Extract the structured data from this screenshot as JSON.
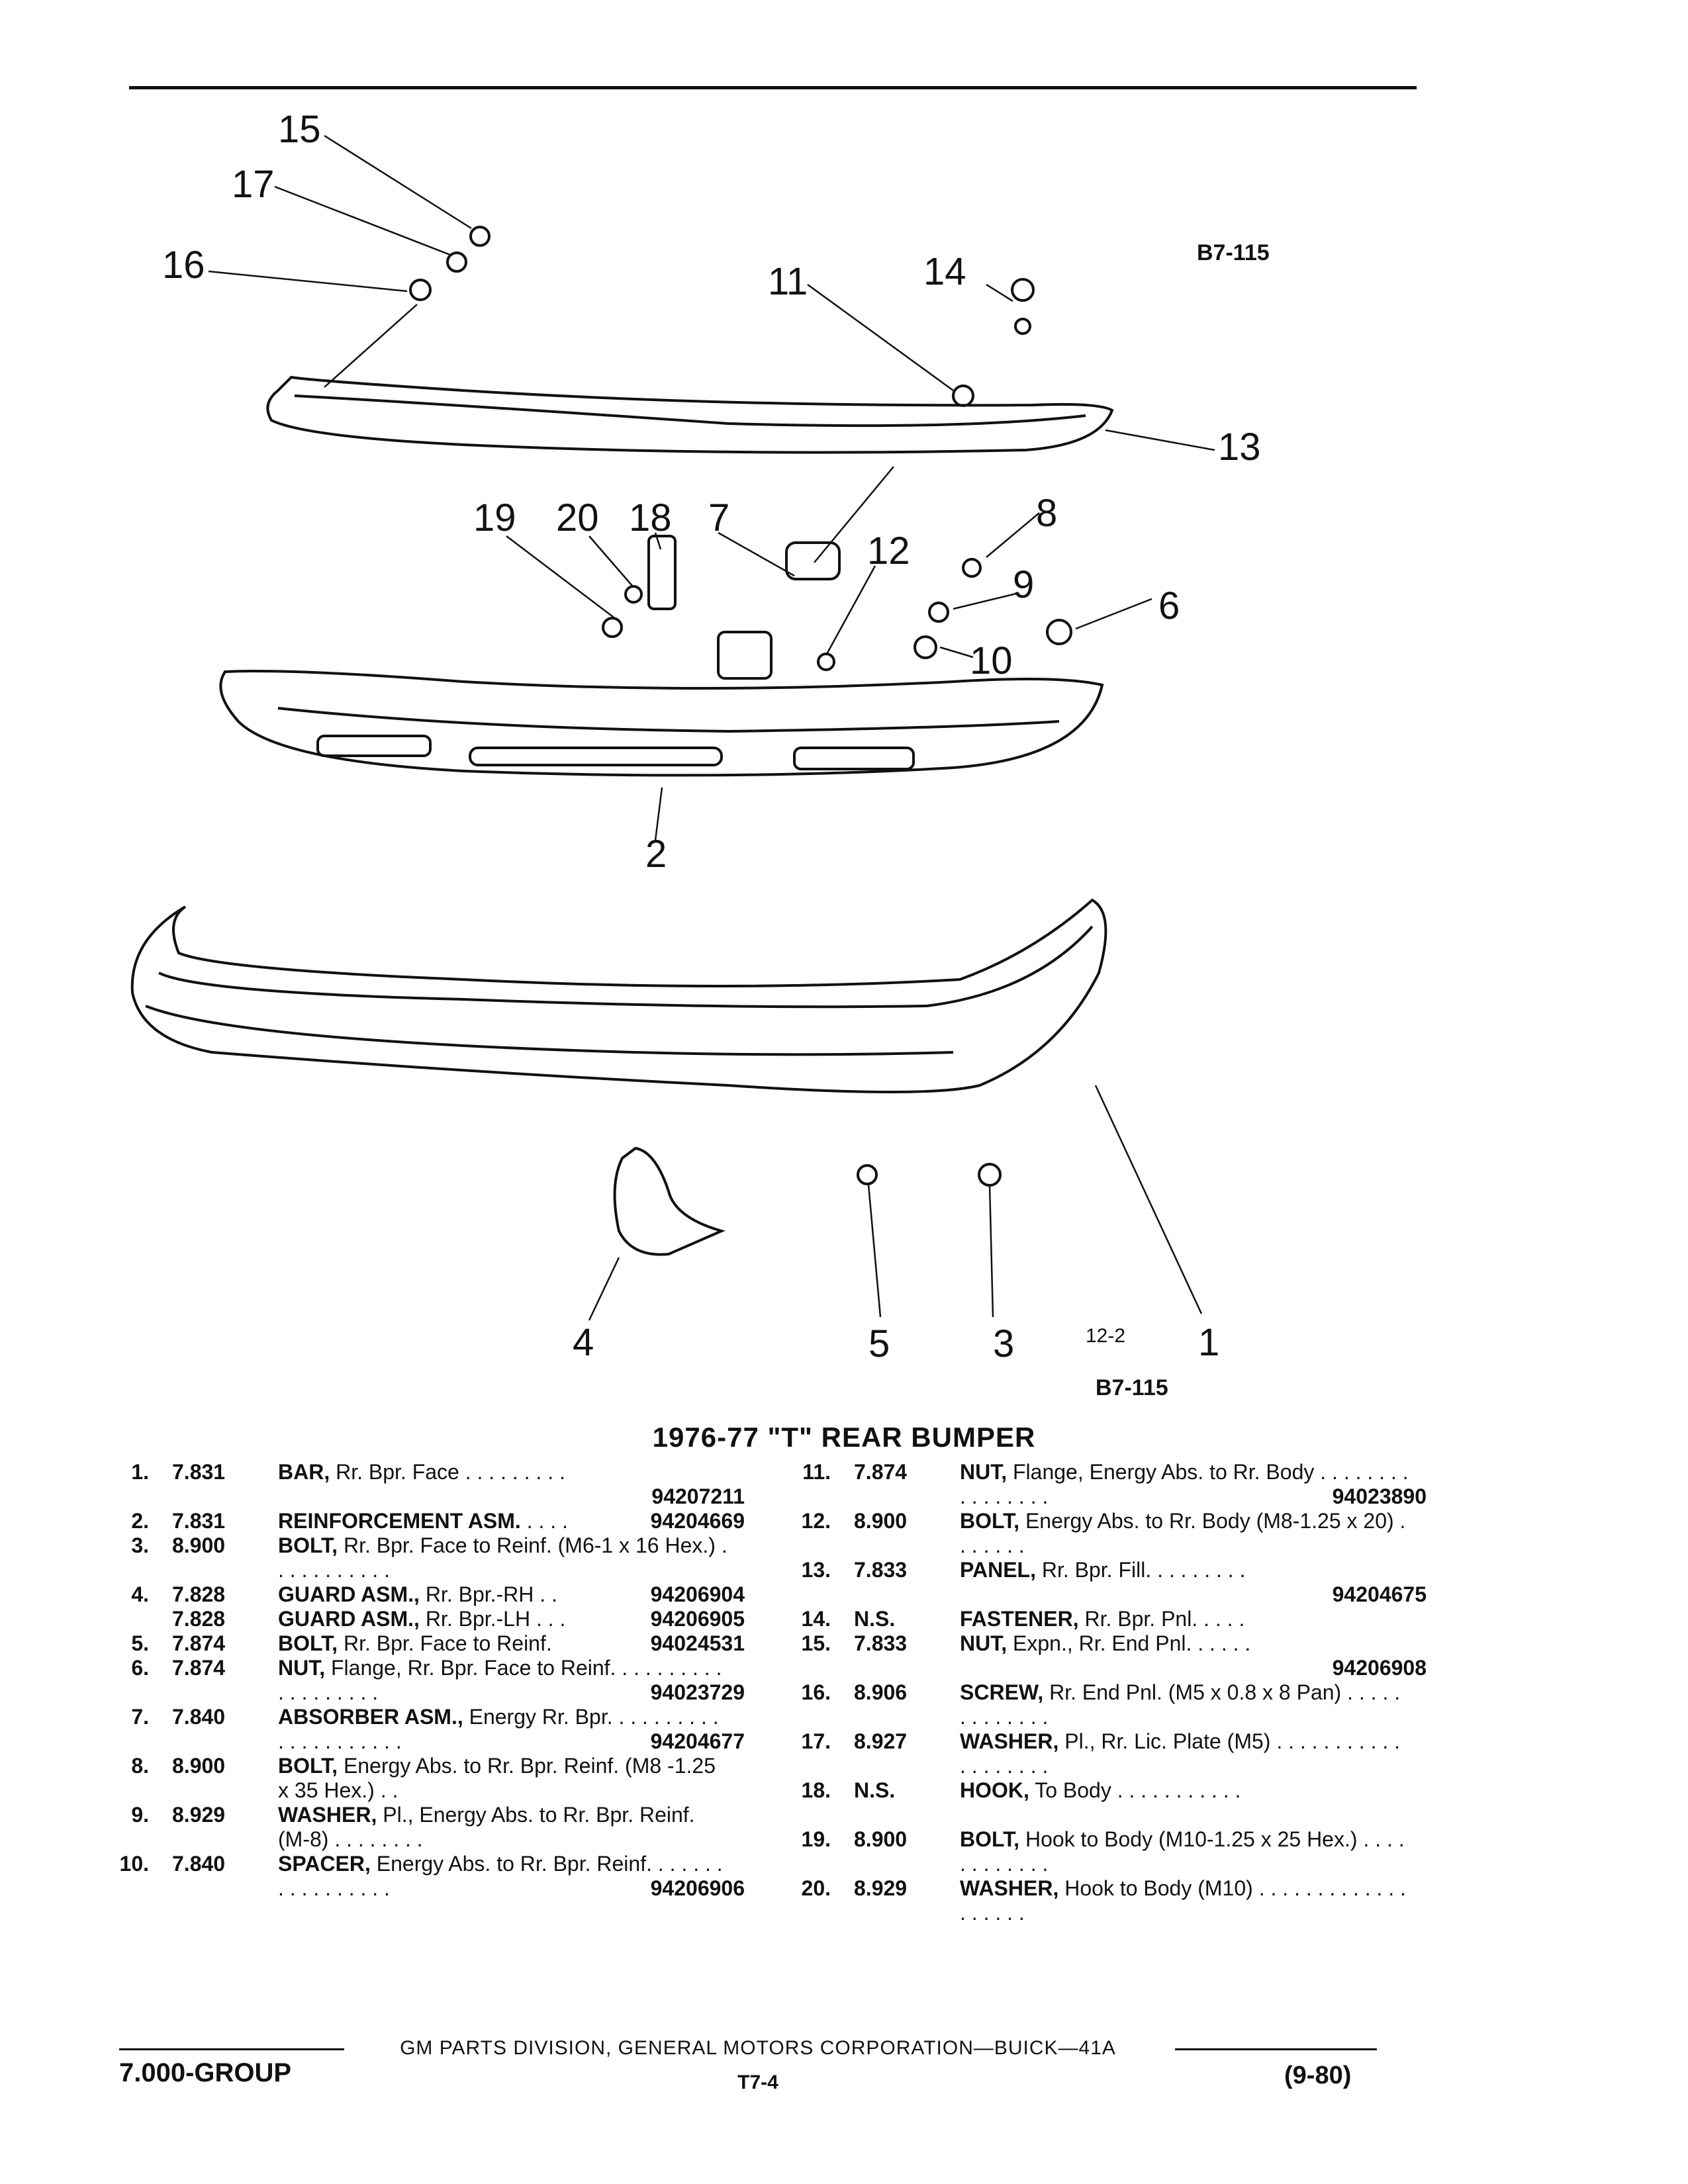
{
  "diagram": {
    "code_top": "B7-115",
    "code_bottom": "B7-115",
    "ref_note": "12-2",
    "callouts": [
      "1",
      "2",
      "3",
      "4",
      "5",
      "6",
      "7",
      "8",
      "9",
      "10",
      "11",
      "12",
      "13",
      "14",
      "15",
      "16",
      "17",
      "18",
      "19",
      "20"
    ]
  },
  "title": "1976-77 \"T\" REAR BUMPER",
  "items_left": [
    {
      "num": "1.",
      "group": "7.831",
      "name": "BAR,",
      "desc": "Rr. Bpr. Face . . . . . . . . .",
      "pn": "94207211"
    },
    {
      "num": "2.",
      "group": "7.831",
      "name": "REINFORCEMENT ASM.",
      "desc": " . . . .",
      "pn": "94204669"
    },
    {
      "num": "3.",
      "group": "8.900",
      "name": "BOLT,",
      "desc": "Rr. Bpr. Face to Reinf. (M6-1 x 16 Hex.) . . . . . . . . . . .",
      "pn": ""
    },
    {
      "num": "4.",
      "group": "7.828",
      "name": "GUARD ASM.,",
      "desc": "Rr. Bpr.-RH . .",
      "pn": "94206904"
    },
    {
      "num": "",
      "group": "7.828",
      "name": "GUARD ASM.,",
      "desc": "Rr. Bpr.-LH . . .",
      "pn": "94206905"
    },
    {
      "num": "5.",
      "group": "7.874",
      "name": "BOLT,",
      "desc": "Rr. Bpr. Face to Reinf.",
      "pn": "94024531"
    },
    {
      "num": "6.",
      "group": "7.874",
      "name": "NUT,",
      "desc": "Flange, Rr. Bpr. Face to Reinf. . . . . . . . . . . . . . . . . . .",
      "pn": "94023729"
    },
    {
      "num": "7.",
      "group": "7.840",
      "name": "ABSORBER ASM.,",
      "desc": "Energy Rr. Bpr. . . . . . . . . . . . . . . . . . . . .",
      "pn": "94204677"
    },
    {
      "num": "8.",
      "group": "8.900",
      "name": "BOLT,",
      "desc": "Energy Abs. to Rr. Bpr. Reinf. (M8 -1.25 x 35 Hex.) . .",
      "pn": ""
    },
    {
      "num": "9.",
      "group": "8.929",
      "name": "WASHER,",
      "desc": "Pl., Energy Abs. to Rr. Bpr. Reinf. (M-8) . . . . . . . .",
      "pn": ""
    },
    {
      "num": "10.",
      "group": "7.840",
      "name": "SPACER,",
      "desc": "Energy Abs. to Rr. Bpr. Reinf. . . . . . . . . . . . . . . . .",
      "pn": "94206906"
    }
  ],
  "items_right": [
    {
      "num": "11.",
      "group": "7.874",
      "name": "NUT,",
      "desc": "Flange, Energy Abs. to Rr. Body . . . . . . . . . . . . . . . .",
      "pn": "94023890"
    },
    {
      "num": "12.",
      "group": "8.900",
      "name": "BOLT,",
      "desc": "Energy Abs. to Rr. Body (M8-1.25 x 20) . . . . . . .",
      "pn": ""
    },
    {
      "num": "13.",
      "group": "7.833",
      "name": "PANEL,",
      "desc": "Rr. Bpr. Fill. . . . . . . . .",
      "pn": "94204675"
    },
    {
      "num": "14.",
      "group": "N.S.",
      "name": "FASTENER,",
      "desc": "Rr. Bpr. Pnl. . . . .",
      "pn": ""
    },
    {
      "num": "15.",
      "group": "7.833",
      "name": "NUT,",
      "desc": "Expn., Rr. End Pnl. . . . . .",
      "pn": "94206908"
    },
    {
      "num": "16.",
      "group": "8.906",
      "name": "SCREW,",
      "desc": "Rr. End Pnl. (M5 x 0.8 x 8 Pan) . . . . . . . . . . . . .",
      "pn": ""
    },
    {
      "num": "17.",
      "group": "8.927",
      "name": "WASHER,",
      "desc": "Pl., Rr. Lic. Plate (M5) . . . . . . . . . . . . . . . . . . .",
      "pn": ""
    },
    {
      "num": "18.",
      "group": "N.S.",
      "name": "HOOK,",
      "desc": "To Body . . . . . . . . . . .",
      "pn": ""
    },
    {
      "num": "19.",
      "group": "8.900",
      "name": "BOLT,",
      "desc": "Hook to Body (M10-1.25 x 25 Hex.) . . . . . . . . . . . .",
      "pn": ""
    },
    {
      "num": "20.",
      "group": "8.929",
      "name": "WASHER,",
      "desc": "Hook to Body (M10) . . . . . . . . . . . . . . . . . . .",
      "pn": ""
    }
  ],
  "footer": {
    "center": "GM PARTS DIVISION, GENERAL MOTORS CORPORATION—BUICK—41A",
    "group": "7.000-GROUP",
    "page": "T7-4",
    "date": "(9-80)"
  }
}
